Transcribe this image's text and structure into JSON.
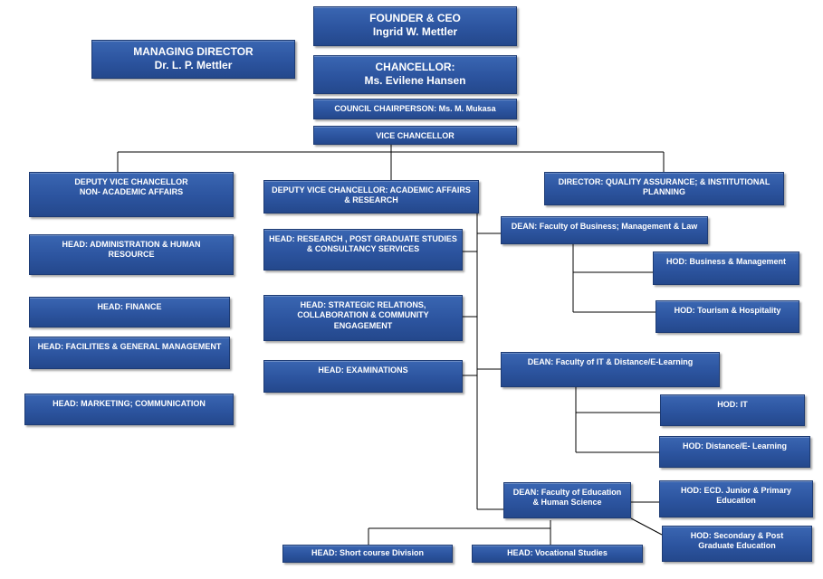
{
  "top": {
    "founder": {
      "title": "FOUNDER & CEO",
      "name": "Ingrid W. Mettler"
    },
    "managing_director": {
      "title": "MANAGING DIRECTOR",
      "name": "Dr. L. P. Mettler"
    },
    "chancellor": {
      "title": "CHANCELLOR:",
      "name": "Ms. Evilene Hansen"
    },
    "council_chairperson": "COUNCIL CHAIRPERSON: Ms. M. Mukasa",
    "vice_chancellor": "VICE CHANCELLOR"
  },
  "left_column": {
    "dvc_non_academic": {
      "line1": "DEPUTY VICE CHANCELLOR",
      "line2": "NON- ACADEMIC AFFAIRS"
    },
    "head_admin": {
      "line1": "HEAD: ADMINISTRATION  & HUMAN",
      "line2": "RESOURCE"
    },
    "head_finance": "HEAD: FINANCE",
    "head_facilities": "HEAD: FACILITIES & GENERAL MANAGEMENT",
    "head_marketing": "HEAD: MARKETING; COMMUNICATION"
  },
  "middle_column": {
    "dvc_academic": {
      "line1": "DEPUTY VICE CHANCELLOR: ACADEMIC AFFAIRS",
      "line2": "& RESEARCH"
    },
    "head_research": {
      "line1": "HEAD: RESEARCH , POST GRADUATE STUDIES",
      "line2": "& CONSULTANCY SERVICES"
    },
    "head_strategic": {
      "line1": "HEAD: STRATEGIC RELATIONS,",
      "line2": "COLLABORATION & COMMUNITY",
      "line3": "ENGAGEMENT"
    },
    "head_examinations": "HEAD: EXAMINATIONS"
  },
  "right_column": {
    "director_qa": {
      "line1": "DIRECTOR: QUALITY ASSURANCE; & INSTITUTIONAL",
      "line2": "PLANNING"
    },
    "dean_business": "DEAN: Faculty of Business; Management & Law",
    "hod_business": "HOD: Business & Management",
    "hod_tourism": "HOD: Tourism & Hospitality",
    "dean_it": "DEAN: Faculty of IT & Distance/E-Learning",
    "hod_it": "HOD: IT",
    "hod_distance": "HOD: Distance/E- Learning",
    "dean_education": {
      "line1": "DEAN: Faculty of Education",
      "line2": "& Human Science"
    },
    "hod_ecd": {
      "line1": "HOD:  ECD. Junior & Primary",
      "line2": "Education"
    },
    "hod_secondary": {
      "line1": "HOD:  Secondary & Post",
      "line2": "Graduate Education"
    }
  },
  "bottom": {
    "head_short_course": "HEAD: Short course Division",
    "head_vocational": "HEAD: Vocational Studies"
  },
  "colors": {
    "box_fill": "#2c549f",
    "box_border": "#1d3b74",
    "connector": "#000000",
    "text": "#ffffff"
  }
}
